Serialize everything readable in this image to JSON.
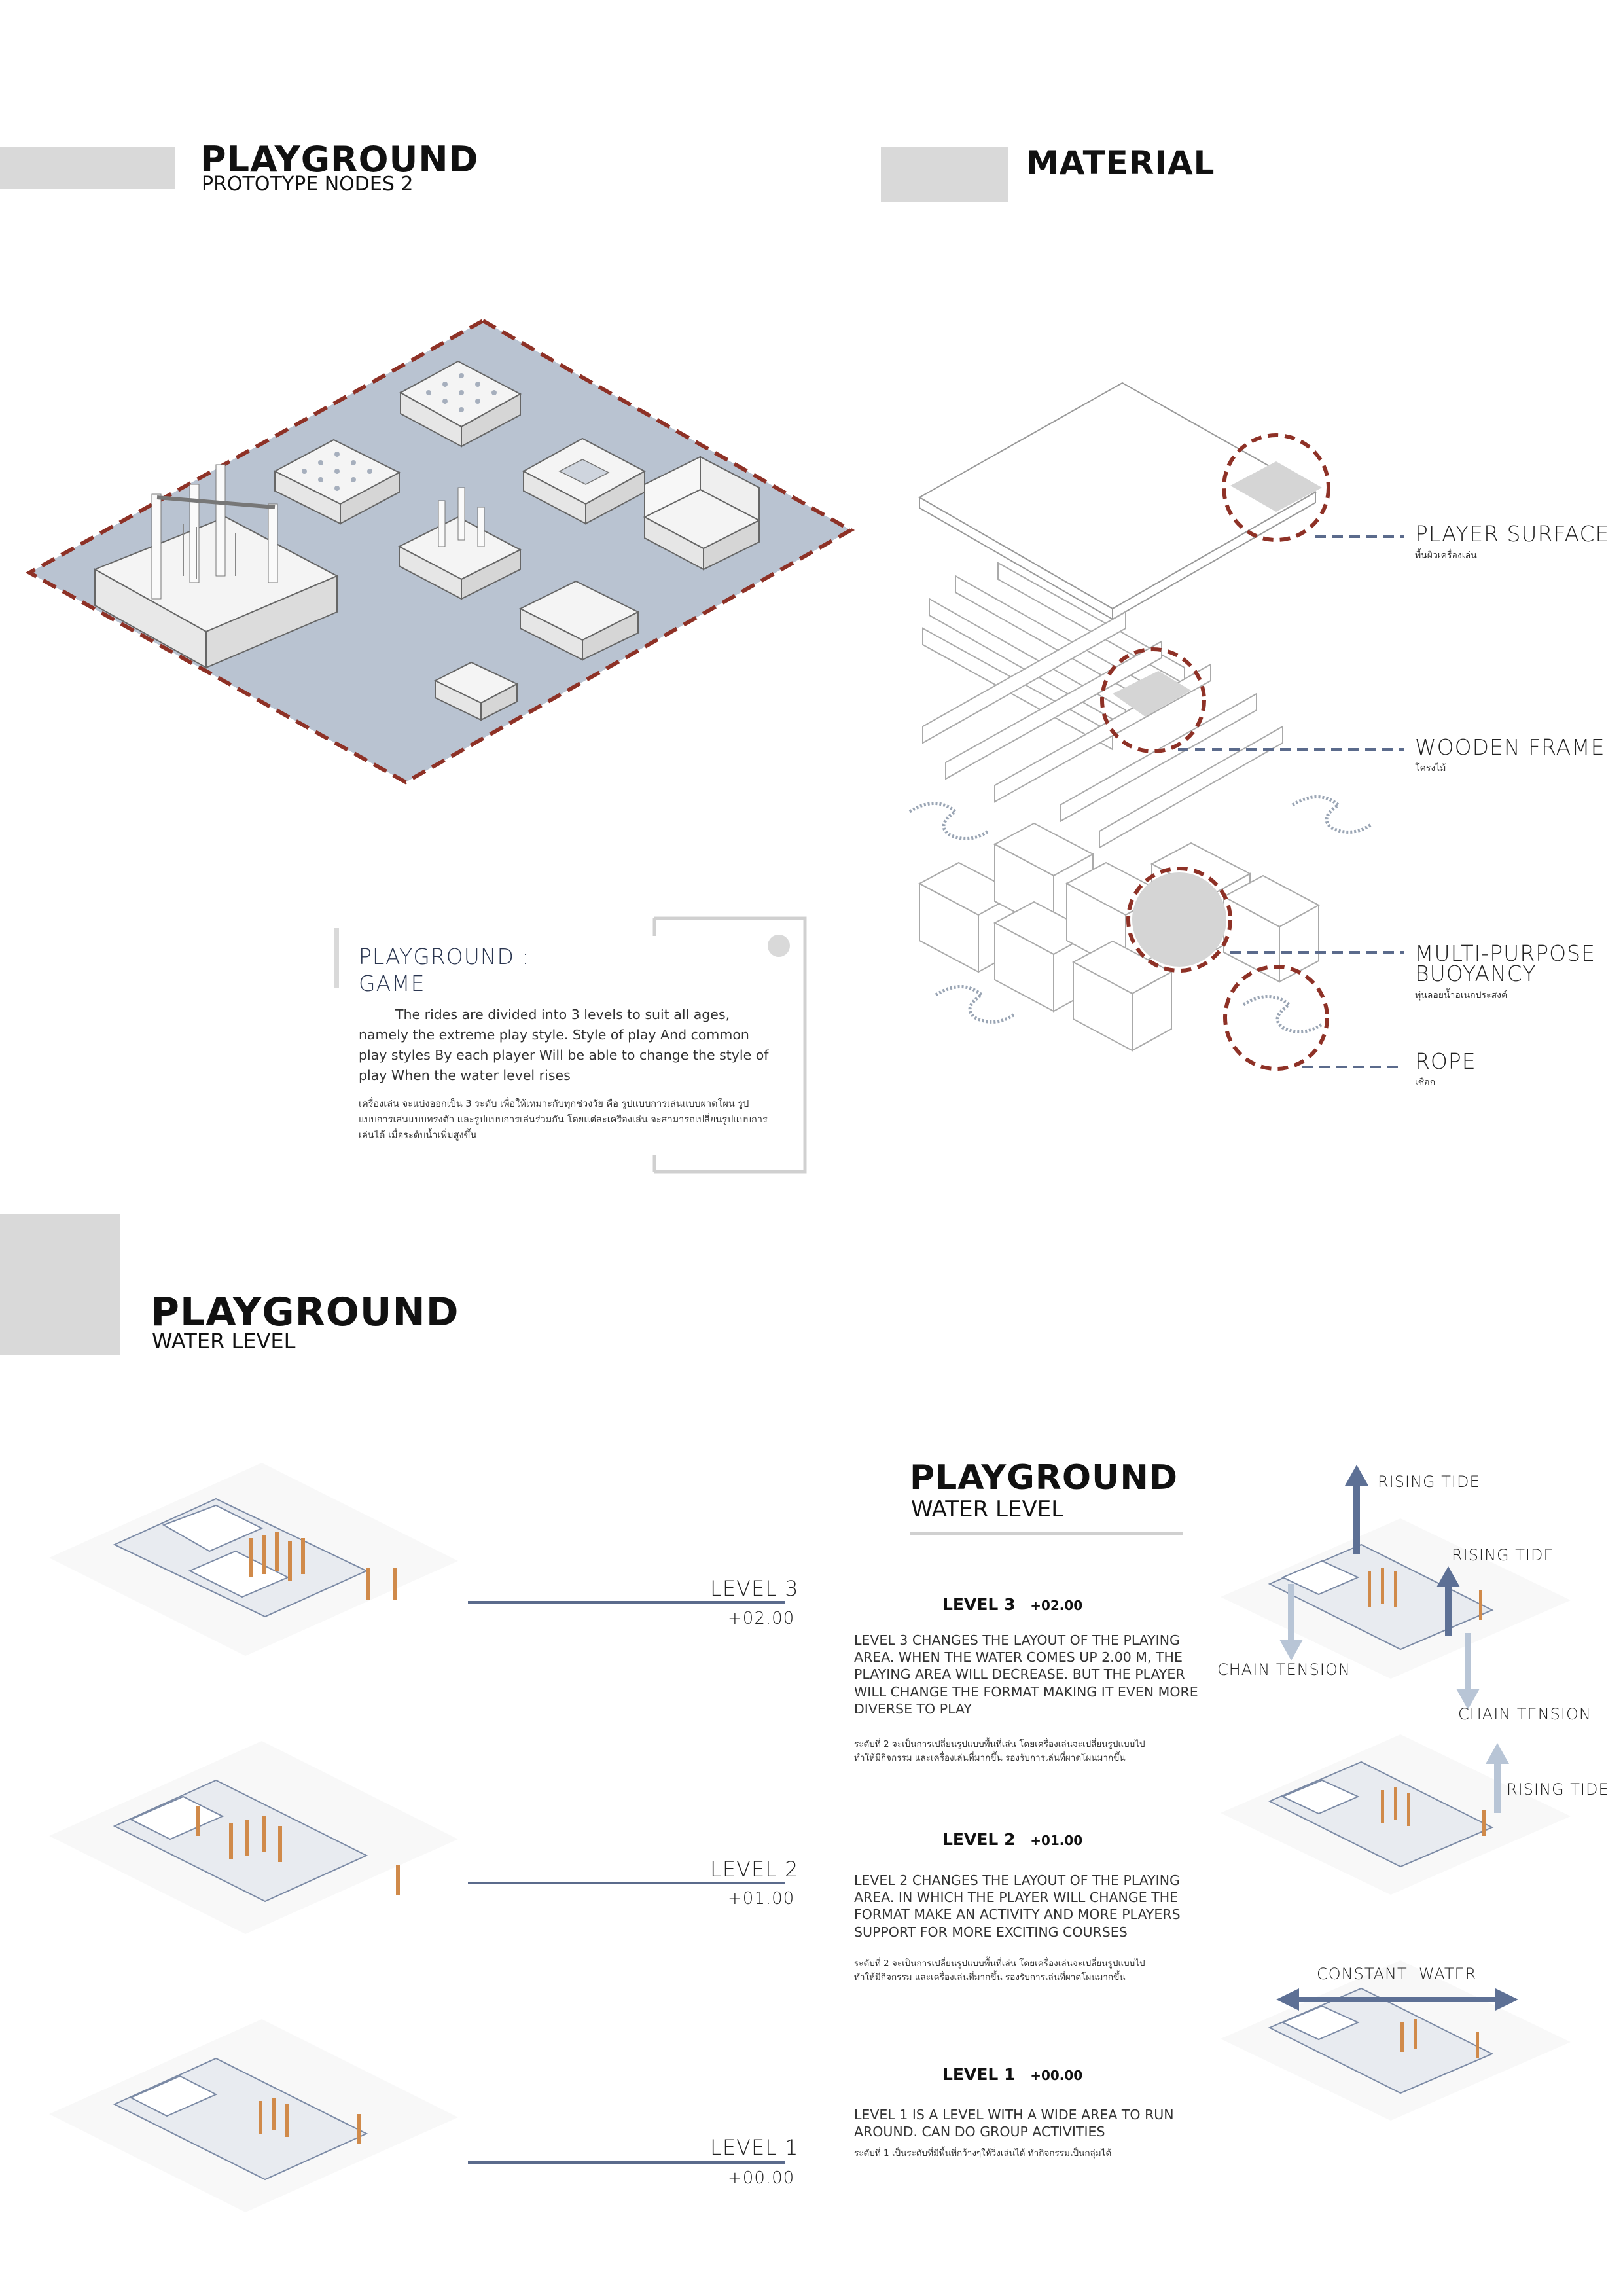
{
  "prototype": {
    "title": "PLAYGROUND",
    "subtitle": "PROTOTYPE NODES 2"
  },
  "material": {
    "title": "MATERIAL",
    "labels": [
      {
        "en": "PLAYER SURFACE",
        "th": "พื้นผิวเครื่องเล่น"
      },
      {
        "en": "WOODEN FRAME",
        "th": "โครงไม้"
      },
      {
        "en": "MULTI-PURPOSE",
        "en2": "BUOYANCY",
        "th": "ทุ่นลอยน้ำอเนกประสงค์"
      },
      {
        "en": "ROPE",
        "th": "เชือก"
      }
    ]
  },
  "game": {
    "title_line1": "PLAYGROUND :",
    "title_line2": "GAME",
    "body_en_1": "The rides are divided into 3 levels to suit all ages,",
    "body_en_2": "namely the extreme play style. Style of play And common",
    "body_en_3": "play styles By each player Will be able to change the style of",
    "body_en_4": "play When the water level rises",
    "body_th_1": "เครื่องเล่น จะแบ่งออกเป็น 3 ระดับ เพื่อให้เหมาะกับทุกช่วงวัย คือ รูปแบบการเล่นแบบผาดโผน รูป",
    "body_th_2": "แบบการเล่นแบบทรงตัว และรูปแบบการเล่นร่วมกัน โดยแต่ละเครื่องเล่น จะสามารถเปลี่ยนรูปแบบการ",
    "body_th_3": "เล่นได้ เมื่อระดับน้ำเพิ่มสูงขึ้น"
  },
  "water": {
    "title": "PLAYGROUND",
    "subtitle": "WATER LEVEL",
    "levels_left": [
      {
        "name": "LEVEL 3",
        "value": "+02.00"
      },
      {
        "name": "LEVEL 2",
        "value": "+01.00"
      },
      {
        "name": "LEVEL 1",
        "value": "+00.00"
      }
    ]
  },
  "water_right": {
    "title": "PLAYGROUND",
    "subtitle": "WATER LEVEL",
    "level3": {
      "head": "LEVEL 3",
      "value": "+02.00",
      "b1": "LEVEL 3 CHANGES THE LAYOUT OF THE PLAYING",
      "b2": "AREA. WHEN THE WATER COMES UP 2.00 M, THE",
      "b3": "PLAYING AREA WILL DECREASE. BUT THE PLAYER",
      "b4": "WILL CHANGE THE FORMAT MAKING IT EVEN MORE",
      "b5": "DIVERSE TO PLAY",
      "t1": "ระดับที่ 2 จะเป็นการเปลี่ยนรูปแบบพื้นที่เล่น โดยเครื่องเล่นจะเปลี่ยนรูปแบบไป",
      "t2": "ทำให้มีกิจกรรม และเครื่องเล่นที่มากขึ้น รองรับการเล่นที่ผาดโผนมากขึ้น"
    },
    "level2": {
      "head": "LEVEL 2",
      "value": "+01.00",
      "b1": "LEVEL 2 CHANGES THE LAYOUT OF THE PLAYING",
      "b2": "AREA. IN WHICH THE PLAYER WILL CHANGE THE",
      "b3": "FORMAT MAKE AN ACTIVITY AND MORE PLAYERS",
      "b4": "SUPPORT FOR MORE EXCITING COURSES",
      "t1": "ระดับที่ 2 จะเป็นการเปลี่ยนรูปแบบพื้นที่เล่น โดยเครื่องเล่นจะเปลี่ยนรูปแบบไป",
      "t2": "ทำให้มีกิจกรรม และเครื่องเล่นที่มากขึ้น รองรับการเล่นที่ผาดโผนมากขึ้น"
    },
    "level1": {
      "head": "LEVEL 1",
      "value": "+00.00",
      "b1": "LEVEL 1 IS A LEVEL WITH A WIDE AREA TO RUN",
      "b2": "AROUND. CAN DO GROUP ACTIVITIES",
      "t1": "ระดับที่ 1 เป็นระดับที่มีพื้นที่กว้างๆให้วิ่งเล่นได้ ทำกิจกรรมเป็นกลุ่มได้"
    },
    "diagram_labels": {
      "rising1": "RISING TIDE",
      "rising2": "RISING TIDE",
      "chain1": "CHAIN TENSION",
      "chain2": "CHAIN TENSION",
      "rising3": "RISING TIDE",
      "constant": "CONSTANT  WATER"
    }
  },
  "colors": {
    "gray_block": "#d9d9d9",
    "water_fill": "#b9c3d1",
    "dash_red": "#8e3126",
    "line_blue": "#5b6b8c",
    "arrow_dark": "#5d7095",
    "arrow_light": "#b8c5d6",
    "orange": "#d08a4a"
  }
}
